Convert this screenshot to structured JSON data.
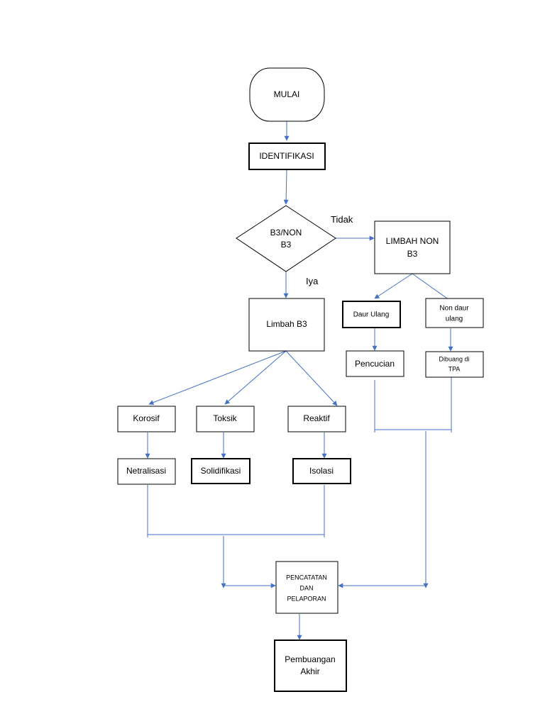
{
  "colors": {
    "connector": "#4472c4",
    "border": "#000000",
    "background": "#ffffff"
  },
  "nodes": {
    "start": "MULAI",
    "identify": "IDENTIFIKASI",
    "decision": {
      "line1": "B3/NON",
      "line2": "B3"
    },
    "non_b3": {
      "line1": "LIMBAH NON",
      "line2": "B3"
    },
    "b3": "Limbah B3",
    "recycle": "Daur Ulang",
    "non_recycle": {
      "line1": "Non daur",
      "line2": "ulang"
    },
    "washing": "Pencucian",
    "landfill": {
      "line1": "Dibuang di",
      "line2": "TPA"
    },
    "corrosive": "Korosif",
    "toxic": "Toksik",
    "reactive": "Reaktif",
    "neutralize": "Netralisasi",
    "solidify": "Solidifikasi",
    "isolate": "Isolasi",
    "record": {
      "line1": "PENCATATAN",
      "line2": "DAN",
      "line3": "PELAPORAN"
    },
    "final": {
      "line1": "Pembuangan",
      "line2": "Akhir"
    }
  },
  "edge_labels": {
    "no": "Tidak",
    "yes": "Iya"
  }
}
